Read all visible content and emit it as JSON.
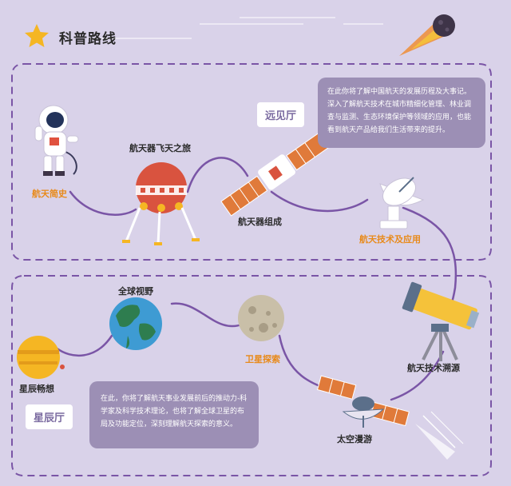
{
  "title": "科普路线",
  "halls": {
    "top": {
      "tag": "远见厅",
      "description": "在此你将了解中国航天的发展历程及大事记。深入了解航天技术在城市精细化管理、林业调查与监测、生态环境保护等领域的应用，也能看到航天产品给我们生活带来的提升。"
    },
    "bottom": {
      "tag": "星辰厅",
      "description": "在此，你将了解航天事业发展前后的推动力-科学家及科学技术理论，也将了解全球卫星的布局及功能定位，深刻理解航天探索的意义。"
    }
  },
  "stops": {
    "history": "航天简史",
    "lander": "航天器飞天之旅",
    "components": "航天器组成",
    "applications": "航天技术及应用",
    "telescope": "航天技术溯源",
    "walk": "太空漫游",
    "satellite": "卫星探索",
    "globe": "全球视野",
    "stars": "星辰畅想"
  },
  "colors": {
    "background": "#d9d2e9",
    "route": "#7a55a6",
    "accent_label": "#e88a1a",
    "info_box": "#9c8fb5"
  }
}
